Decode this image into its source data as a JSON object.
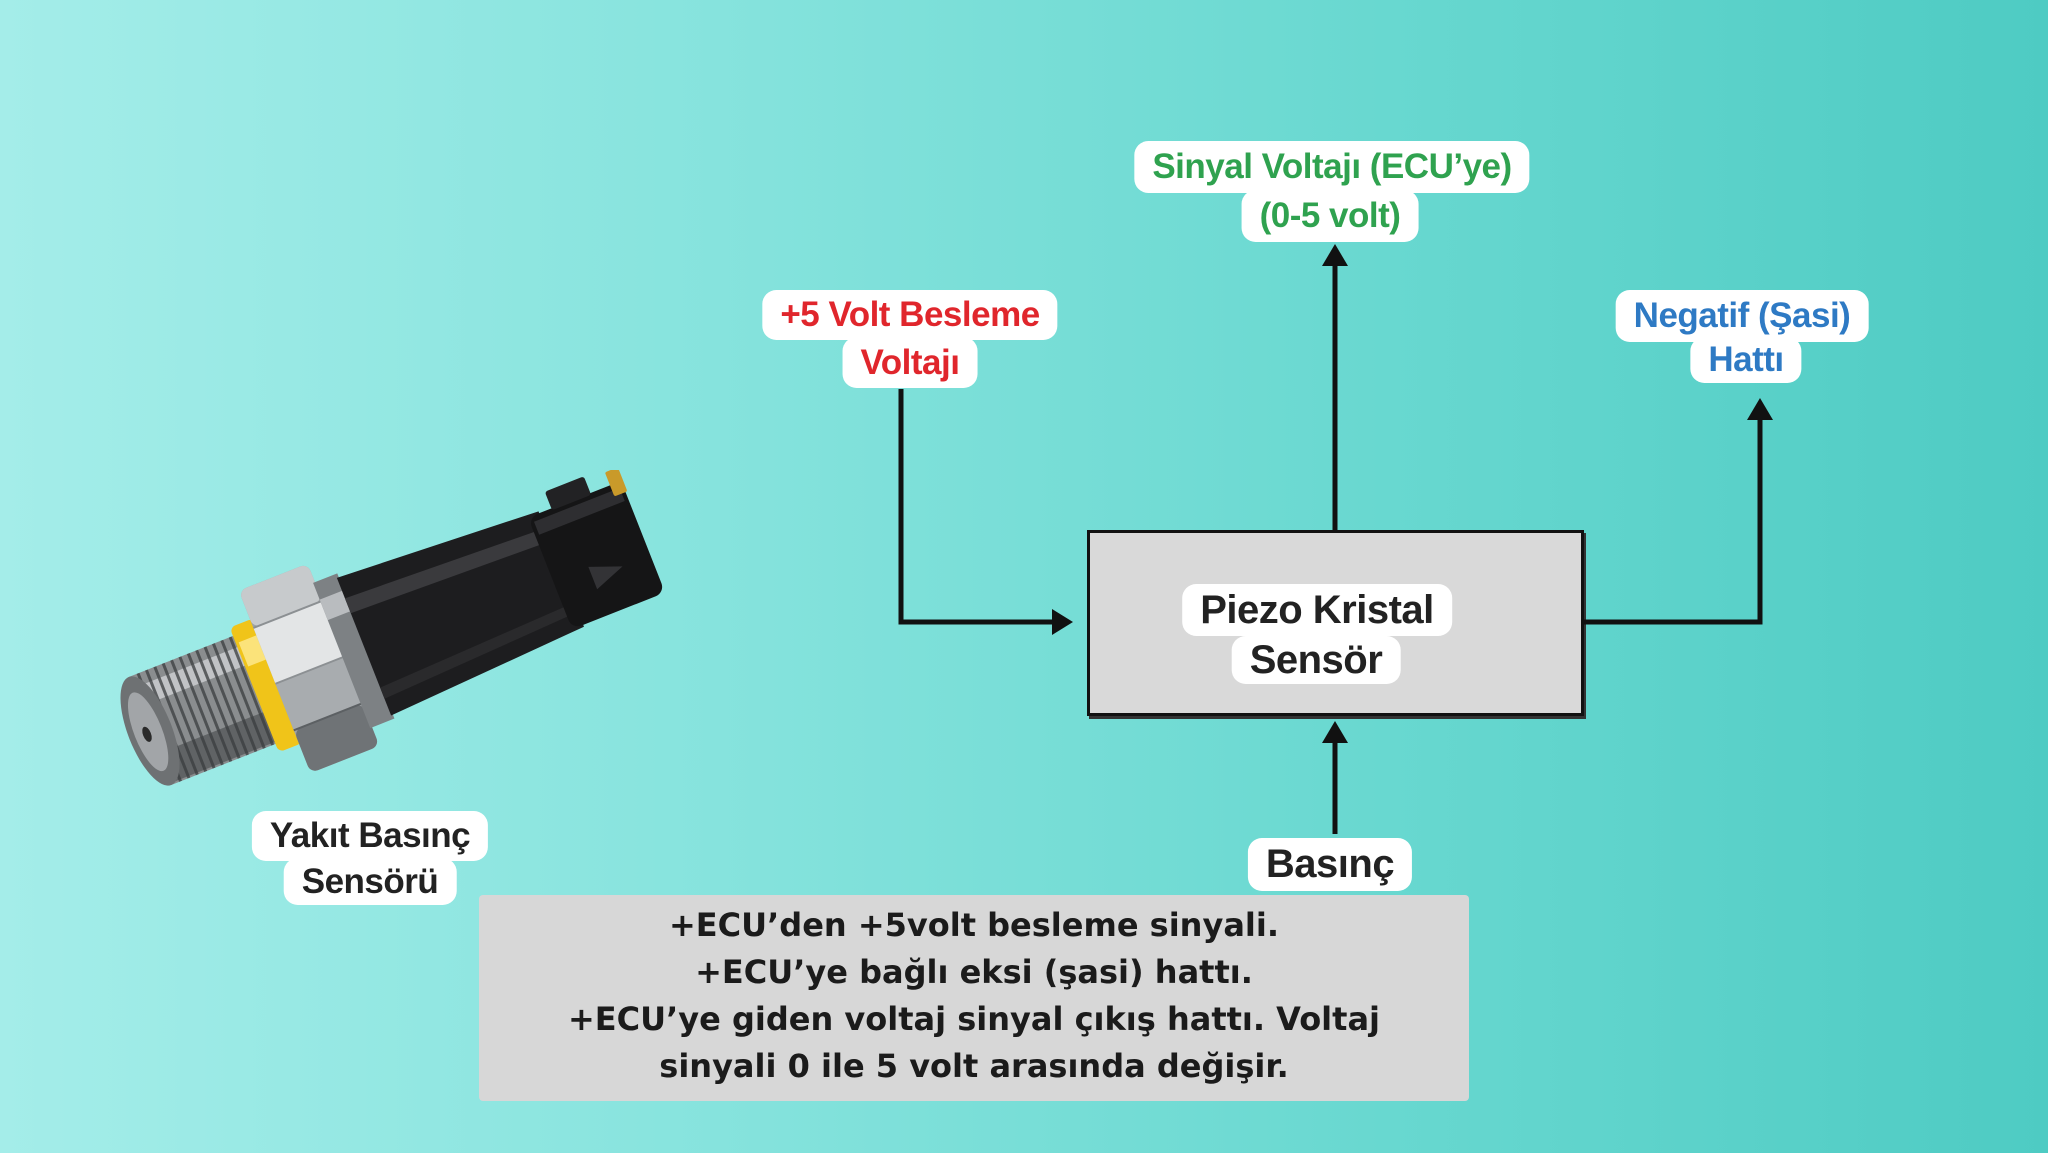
{
  "diagram": {
    "signal_output": {
      "line1": "Sinyal Voltajı (ECU’ye)",
      "line2": "(0-5 volt)"
    },
    "supply": {
      "line1": "+5 Volt Besleme",
      "line2": "Voltajı"
    },
    "ground": {
      "line1": "Negatif (Şasi)",
      "line2": "Hattı"
    },
    "sensor_element": {
      "line1": "Piezo Kristal",
      "line2": "Sensör"
    },
    "input": {
      "label": "Basınç"
    }
  },
  "sensor_photo": {
    "icon": "fuel-pressure-sensor",
    "caption_line1": "Yakıt Basınç",
    "caption_line2": "Sensörü"
  },
  "notes": {
    "lines": [
      "+ECU’den +5volt besleme sinyali.",
      "+ECU’ye bağlı eksi (şasi) hattı.",
      "+ECU’ye giden voltaj sinyal çıkış hattı. Voltaj",
      "sinyali 0 ile 5 volt arasında değişir."
    ]
  },
  "colors": {
    "signal": "#2fa24f",
    "supply": "#e0262c",
    "ground": "#2e7ac4",
    "dark_text": "#222222",
    "box_fill": "#d9d9d9",
    "note_fill": "#d7d7d7"
  }
}
